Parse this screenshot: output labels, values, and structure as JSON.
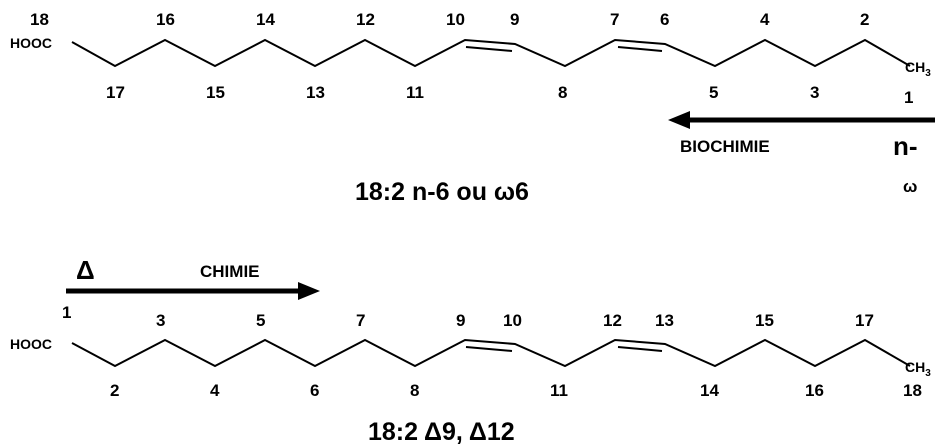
{
  "top": {
    "cooh": "HOOC",
    "ch3": "CH",
    "ch3_sub": "3",
    "upper_numbers": [
      "18",
      "16",
      "14",
      "12",
      "10",
      "9",
      "7",
      "6",
      "4",
      "2"
    ],
    "lower_numbers": [
      "17",
      "15",
      "13",
      "11",
      "8",
      "5",
      "3",
      "1"
    ],
    "arrow_label": "BIOCHIMIE",
    "n_label": "n-",
    "omega_label": "ω",
    "formula": "18:2 n-6 ou ω6"
  },
  "bottom": {
    "cooh": "HOOC",
    "ch3": "CH",
    "ch3_sub": "3",
    "delta_label": "Δ",
    "arrow_label": "CHIMIE",
    "start_number": "1",
    "upper_numbers": [
      "3",
      "5",
      "7",
      "9",
      "10",
      "12",
      "13",
      "15",
      "17"
    ],
    "lower_numbers": [
      "2",
      "4",
      "6",
      "8",
      "11",
      "14",
      "16",
      "18"
    ],
    "formula": "18:2 Δ9, Δ12"
  }
}
